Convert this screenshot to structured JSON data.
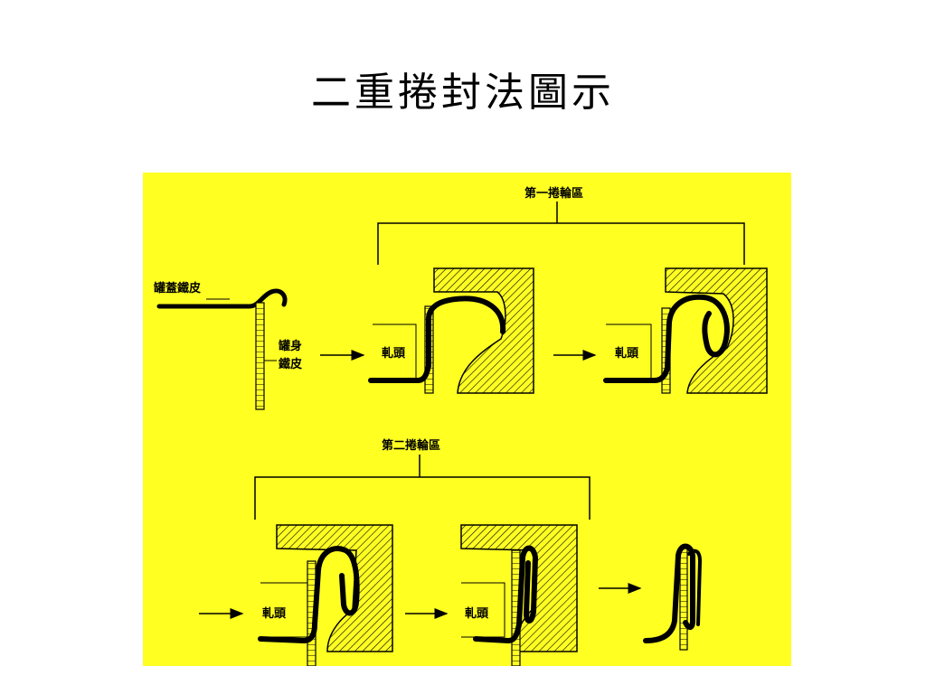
{
  "title": "二重捲封法圖示",
  "colors": {
    "panel_background": "#ffff22",
    "ink": "#000000"
  },
  "labels": {
    "first_roll_zone": "第一捲輪區",
    "second_roll_zone": "第二捲輪區",
    "lid_sheet": "罐蓋鐵皮",
    "body_sheet": [
      "罐身",
      "鐵皮"
    ],
    "roller_head": "軋頭"
  }
}
